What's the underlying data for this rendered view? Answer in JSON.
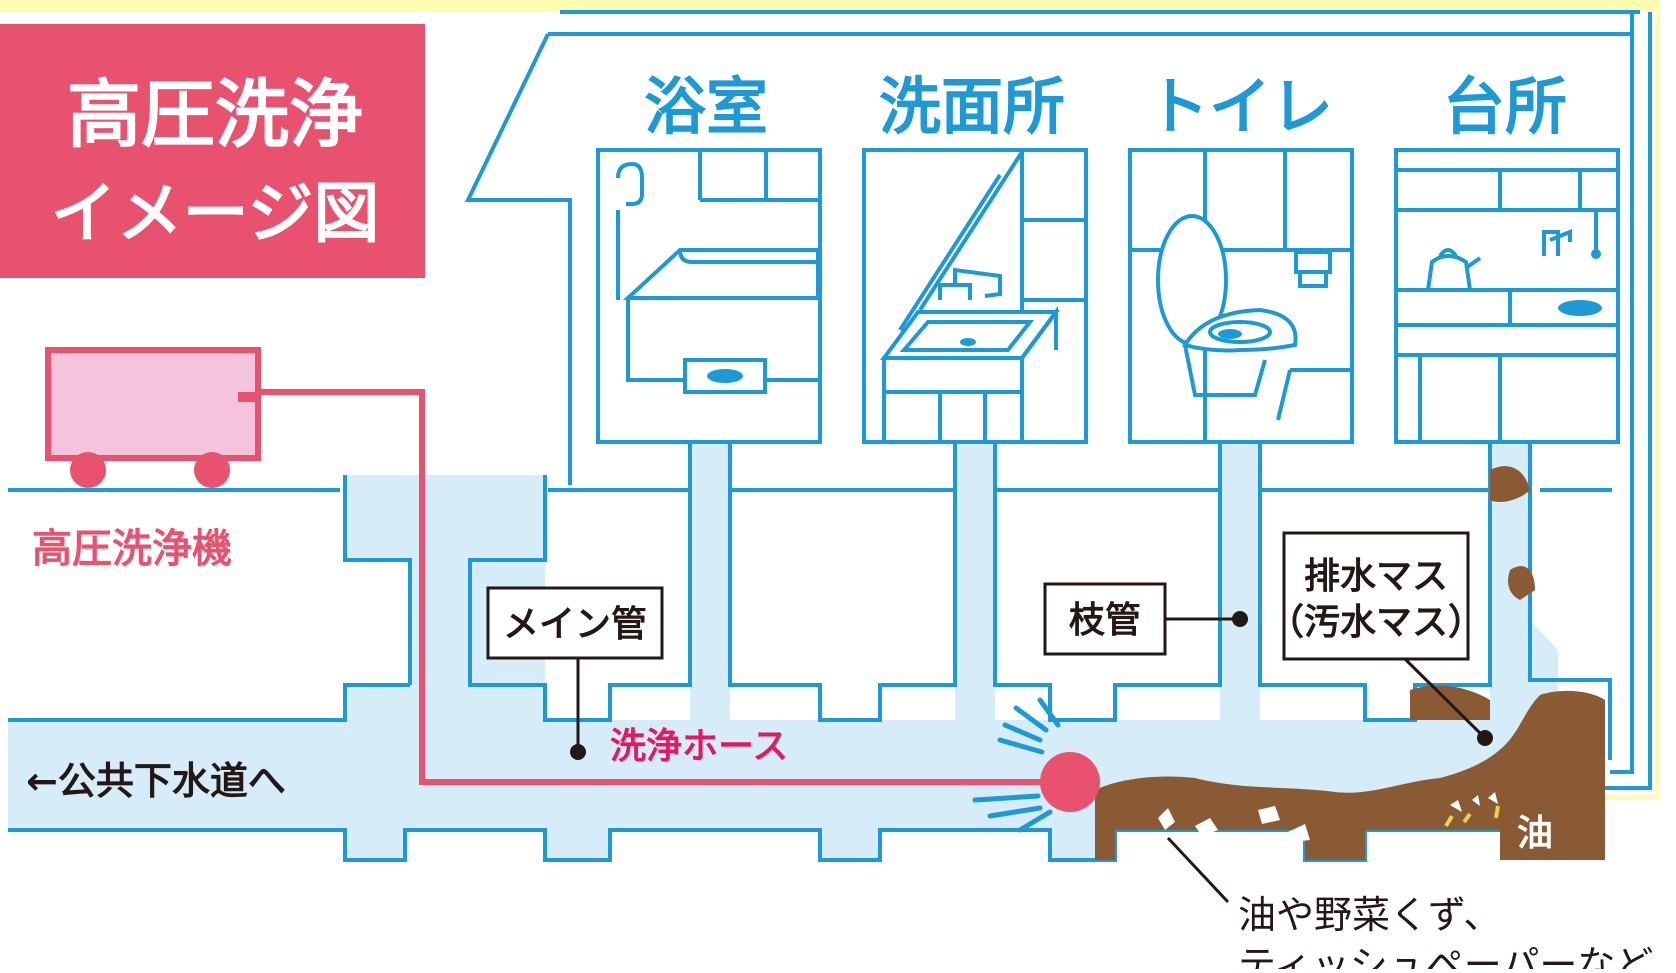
{
  "title": {
    "line1": "高圧洗浄",
    "line2": "イメージ図"
  },
  "rooms": [
    {
      "label": "浴室"
    },
    {
      "label": "洗面所"
    },
    {
      "label": "トイレ"
    },
    {
      "label": "台所"
    }
  ],
  "machine_label": "高圧洗浄機",
  "main_pipe_label": "メイン管",
  "branch_pipe_label": "枝管",
  "drain_box_label": {
    "line1": "排水マス",
    "line2": "（汚水マス）"
  },
  "hose_label": "洗浄ホース",
  "sewer_label": "←公共下水道へ",
  "oil_label": "油",
  "debris_label": {
    "line1": "油や野菜くず、",
    "line2": "ティッシュペーパーなど"
  },
  "colors": {
    "blue": "#1d9ad6",
    "pipe_fill": "#d6ecf8",
    "pink": "#e8526e",
    "pink_light": "#f3c4db",
    "brown": "#8a5a35",
    "yellow_border": "#fffbb3"
  }
}
